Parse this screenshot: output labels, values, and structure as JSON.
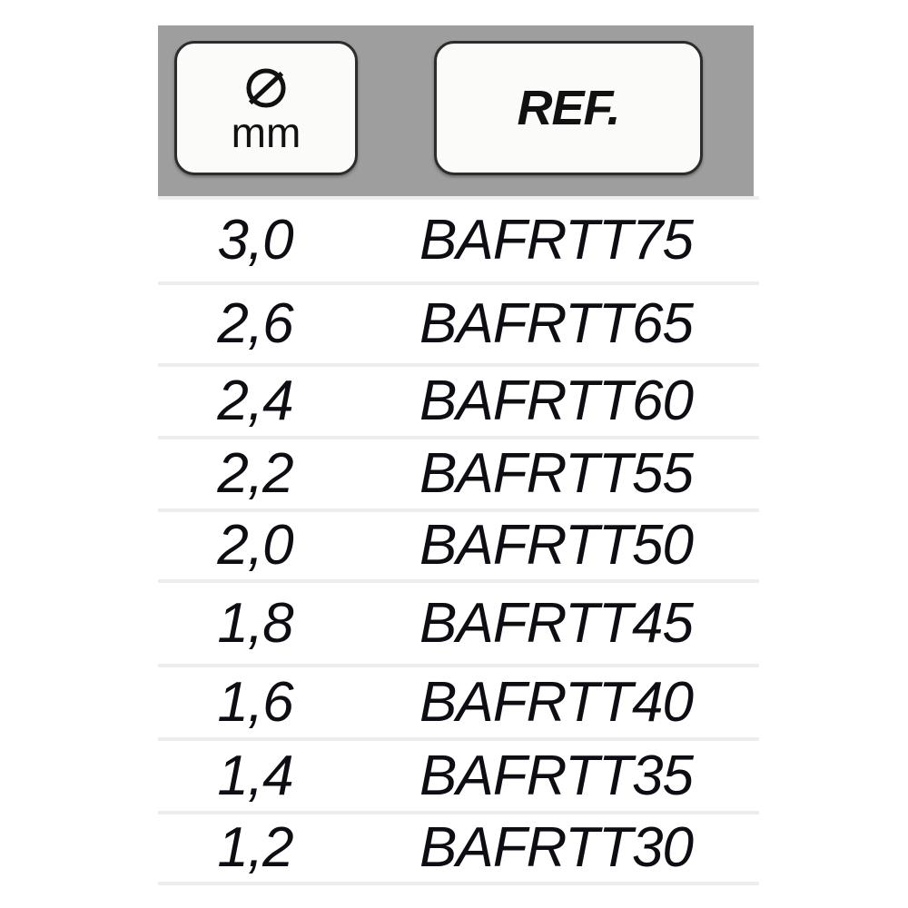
{
  "table": {
    "header": {
      "diameter": {
        "icon": "diameter-symbol",
        "symbol_char": "⌀",
        "unit_label": "mm"
      },
      "reference": {
        "label": "REF."
      }
    },
    "columns": [
      "⌀ mm",
      "REF."
    ],
    "rows": [
      {
        "diameter": "3,0",
        "ref": "BAFRTT75",
        "height": 94
      },
      {
        "diameter": "2,6",
        "ref": "BAFRTT65",
        "height": 90
      },
      {
        "diameter": "2,4",
        "ref": "BAFRTT60",
        "height": 80
      },
      {
        "diameter": "2,2",
        "ref": "BAFRTT55",
        "height": 80
      },
      {
        "diameter": "2,0",
        "ref": "BAFRTT50",
        "height": 78
      },
      {
        "diameter": "1,8",
        "ref": "BAFRTT45",
        "height": 93
      },
      {
        "diameter": "1,6",
        "ref": "BAFRTT40",
        "height": 81
      },
      {
        "diameter": "1,4",
        "ref": "BAFRTT35",
        "height": 81
      },
      {
        "diameter": "1,2",
        "ref": "BAFRTT30",
        "height": 82
      }
    ]
  },
  "colors": {
    "header_band": "#9e9e9e",
    "header_cell_fill": "#fbfbfa",
    "header_cell_border": "#2c2c2c",
    "row_separator": "#ededed",
    "text": "#0d0d14",
    "background": "#ffffff"
  }
}
